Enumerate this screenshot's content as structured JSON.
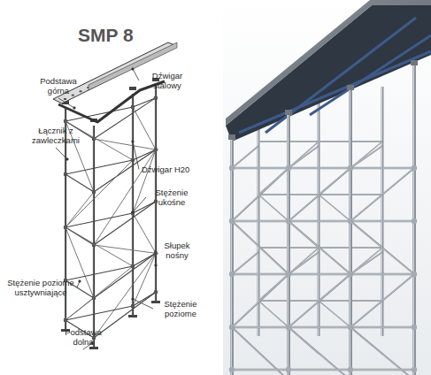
{
  "diagram": {
    "title": "SMP 8",
    "labels": [
      "Podstawa górna",
      "Dźwigar stalowy",
      "Łącznik z zawleczkami",
      "Dźwigar H20",
      "Stężenie ukośne",
      "Stężenie poziome usztywniające",
      "Słupek nośny",
      "Stężenie poziome",
      "Podstawa dolna"
    ]
  }
}
